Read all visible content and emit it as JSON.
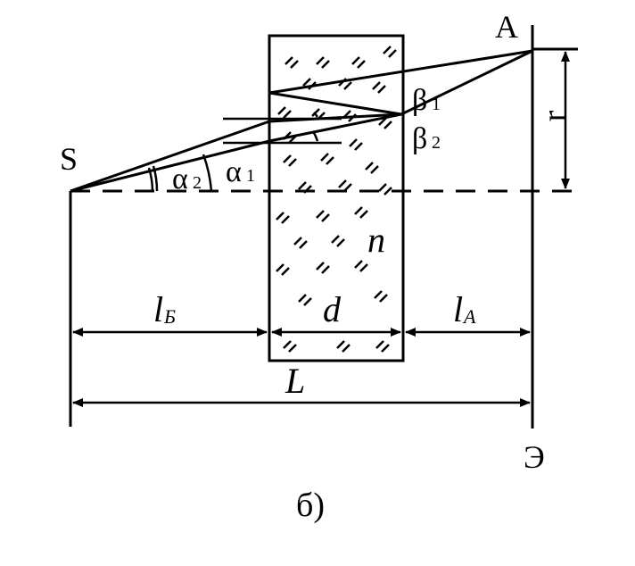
{
  "labels": {
    "source": "S",
    "point_a": "A",
    "radius": "r",
    "beta1": "β",
    "beta1_sub": "1",
    "beta2": "β",
    "beta2_sub": "2",
    "alpha2": "α",
    "alpha2_sub": "2",
    "alpha1": "α",
    "alpha1_sub": "1",
    "refractive_index": "n",
    "thickness": "d",
    "dist_source": "l",
    "dist_source_sub": "Б",
    "dist_screen": "l",
    "dist_screen_sub": "A",
    "total": "L",
    "screen": "Э",
    "caption": "б)"
  },
  "colors": {
    "ink": "#000000",
    "background": "#ffffff"
  }
}
